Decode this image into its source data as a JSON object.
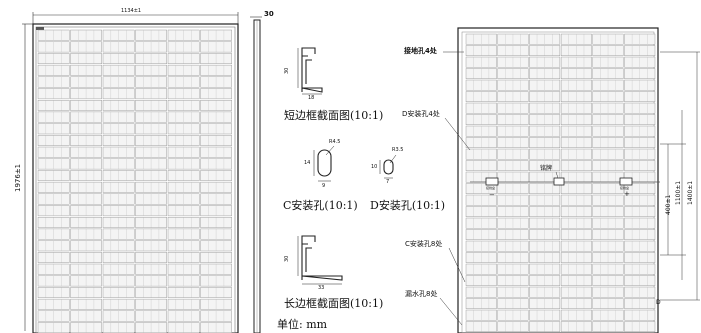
{
  "front": {
    "width_dim": "1134±1",
    "height_dim": "1976±1"
  },
  "side": {
    "thickness_dim": "30"
  },
  "sections": {
    "short": {
      "caption": "短边框截面图(10:1)",
      "height_dim": "30",
      "width_dim": "18"
    },
    "c_hole": {
      "caption": "C安装孔(10:1)",
      "radius": "R4.5",
      "height_dim": "14",
      "width_dim": "9"
    },
    "d_hole": {
      "caption": "D安装孔(10:1)",
      "radius": "R3.5",
      "height_dim": "10",
      "width_dim": "7"
    },
    "long": {
      "caption": "长边框截面图(10:1)",
      "height_dim": "30",
      "width_dim": "33"
    },
    "unit": "单位: mm"
  },
  "back": {
    "labels": {
      "ground": "接地孔4处",
      "d_holes": "D安装孔4处",
      "nameplate": "铭牌",
      "c_holes": "C安装孔8处",
      "drain": "漏水孔8处",
      "minus": "−",
      "plus": "+",
      "cable_left": "接线盒",
      "cable_right": "接线盒",
      "d_mark": "D"
    },
    "dims": {
      "d400": "400±1",
      "d1100": "1100±1",
      "d1400": "1400±1"
    }
  }
}
